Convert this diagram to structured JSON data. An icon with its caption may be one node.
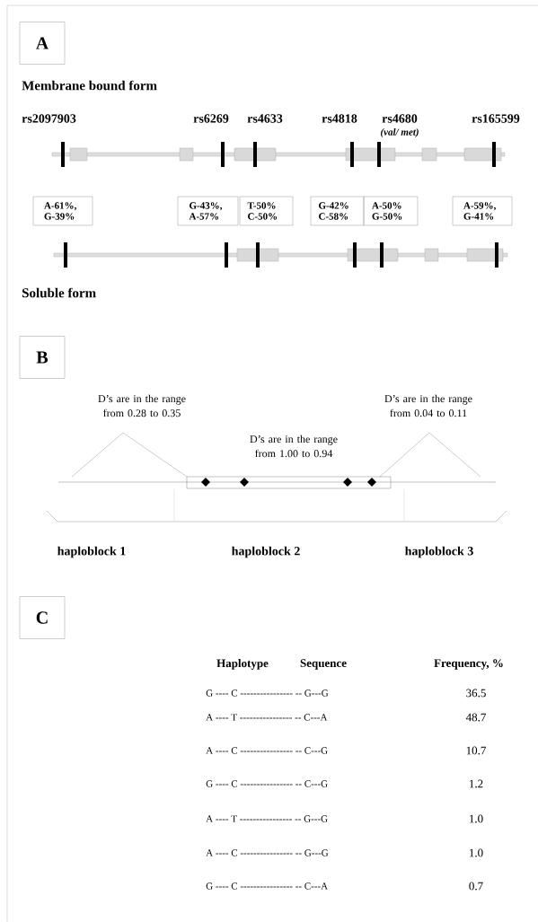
{
  "diagram": {
    "nodes": [
      {
        "text": [
          "A"
        ]
      },
      {
        "text": [
          "A-61%, G-39%"
        ]
      },
      {
        "text": [
          "G-43%, A-57%"
        ]
      },
      {
        "text": [
          "T-50% C-50%"
        ]
      },
      {
        "text": [
          "G-42% C-58%"
        ]
      },
      {
        "text": [
          "A-50% G-50%"
        ]
      },
      {
        "text": [
          "A-59%, G-41%"
        ]
      },
      {
        "text": [
          "B"
        ]
      },
      {
        "text": [
          "C"
        ]
      }
    ],
    "labels": [
      "Membrane bound form",
      "rs2097903",
      "rs6269",
      "rs4633",
      "rs4818",
      "rs4680",
      "rs165599",
      "(val/ met)",
      "Soluble form",
      "D’s are in the range from 0.28 to 0.35",
      "D’s are in the range from 0.04 to 0.11",
      "D’s are in the range from 1.00 to 0.94",
      "haploblock 1",
      "haploblock 2",
      "haploblock 3",
      "Haplotype",
      "Sequence",
      "Frequency, %",
      "G ---- C ---------------- -- G---G",
      "36.5",
      "A ---- T ---------------- -- C---A",
      "48.7",
      "A ---- C ---------------- -- C---G",
      "10.7",
      "G ---- C ---------------- -- C---G",
      "1.2",
      "A ---- T ---------------- -- G---G",
      "1.0",
      "A ---- C ---------------- -- G---G",
      "1.0",
      "G ---- C ---------------- -- C---A",
      "0.7"
    ]
  }
}
